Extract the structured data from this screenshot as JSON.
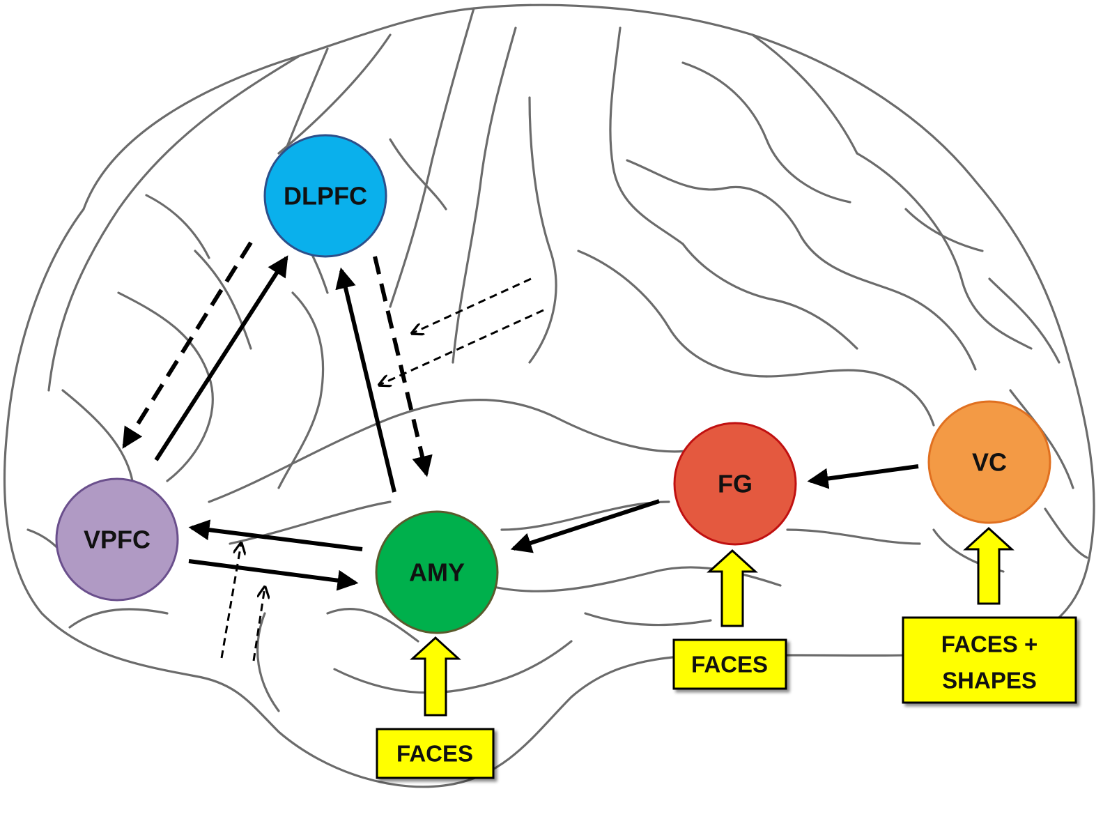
{
  "nodes": [
    {
      "id": "dlpfc",
      "label": "DLPFC",
      "fill": "#0ab0ec",
      "stroke": "#2c4f8a"
    },
    {
      "id": "vpfc",
      "label": "VPFC",
      "fill": "#b09ac4",
      "stroke": "#6a4f8c"
    },
    {
      "id": "amy",
      "label": "AMY",
      "fill": "#00b04c",
      "stroke": "#5a5a2c"
    },
    {
      "id": "fg",
      "label": "FG",
      "fill": "#e4593f",
      "stroke": "#c01010"
    },
    {
      "id": "vc",
      "label": "VC",
      "fill": "#f39a45",
      "stroke": "#e07020"
    }
  ],
  "input_boxes": [
    {
      "id": "amy-input",
      "lines": [
        "FACES"
      ]
    },
    {
      "id": "fg-input",
      "lines": [
        "FACES"
      ]
    },
    {
      "id": "vc-input",
      "lines": [
        "FACES +",
        "SHAPES"
      ]
    }
  ],
  "colors": {
    "input_box_fill": "#ffff00",
    "input_arrow_fill": "#ffff00",
    "brain_outline": "#6b6b6b",
    "connection": "#000000"
  },
  "connections": [
    {
      "from": "vpfc",
      "to": "dlpfc",
      "style": "solid"
    },
    {
      "from": "dlpfc",
      "to": "vpfc",
      "style": "dashed"
    },
    {
      "from": "amy",
      "to": "dlpfc",
      "style": "solid"
    },
    {
      "from": "dlpfc",
      "to": "amy",
      "style": "dashed"
    },
    {
      "from": "amy",
      "to": "vpfc",
      "style": "solid"
    },
    {
      "from": "vpfc",
      "to": "amy",
      "style": "solid"
    },
    {
      "from": "fg",
      "to": "amy",
      "style": "solid"
    },
    {
      "from": "vc",
      "to": "fg",
      "style": "solid"
    }
  ],
  "modulatory_inputs": [
    {
      "target": "dlpfc-amy-pathway",
      "count": 2,
      "style": "dotted"
    },
    {
      "target": "vpfc-amy-pathway",
      "count": 2,
      "style": "dotted"
    }
  ],
  "background_icon": "brain-lateral-view"
}
